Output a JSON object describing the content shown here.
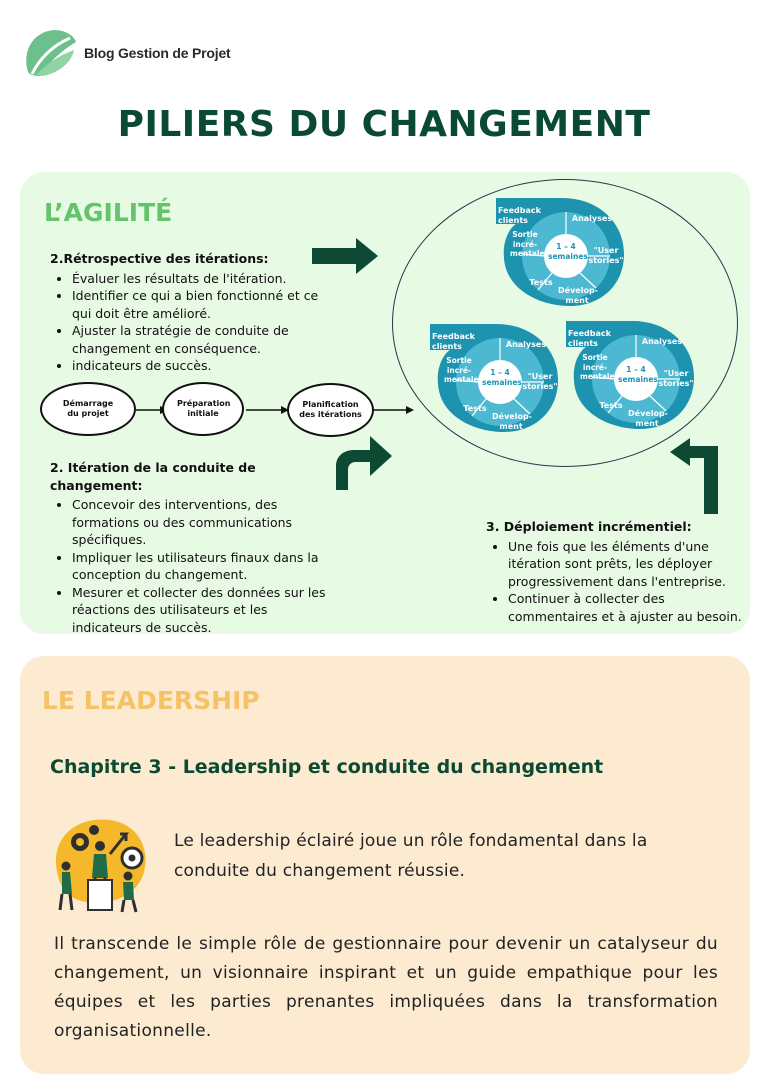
{
  "header": {
    "logo_text": "Blog Gestion de Projet",
    "title": "PILIERS DU CHANGEMENT"
  },
  "agility": {
    "title": "L’AGILITÉ",
    "retrospective": {
      "heading": "2.Rétrospective des itérations:",
      "items": [
        "Évaluer les résultats de l'itération.",
        "Identifier ce qui a bien fonctionné et ce qui doit être amélioré.",
        "Ajuster la stratégie de conduite de changement en conséquence.",
        "indicateurs de succès."
      ]
    },
    "process": [
      {
        "label": "Démarrage du projet"
      },
      {
        "label": "Préparation initiale"
      },
      {
        "label": "Planification des itérations"
      }
    ],
    "iteration": {
      "heading": "2. Itération de la conduite de changement:",
      "items": [
        "Concevoir des interventions, des formations ou des communications spécifiques.",
        "Impliquer les utilisateurs finaux dans la conception du changement.",
        "Mesurer et collecter des données sur les réactions des utilisateurs et les indicateurs de succès."
      ]
    },
    "deployment": {
      "heading": "3. Déploiement incrémentiel:",
      "items": [
        "Une fois que les éléments d'une itération sont prêts, les déployer progressivement dans l'entreprise.",
        "Continuer à collecter des commentaires et à ajuster au besoin."
      ]
    },
    "cycle": {
      "feedback": "Feedback clients",
      "analyses": "Analyses",
      "user_stories": "\"User stories\"",
      "development": "Dévelop- ment",
      "tests": "Tests",
      "release": "Sortie incré- mentale",
      "duration": "1 – 4 semaines"
    },
    "colors": {
      "panel": "#e7fae3",
      "title": "#64c46b",
      "cycle_dark": "#1d93b0",
      "cycle_light": "#4db8d2",
      "arrow": "#0e4a33"
    }
  },
  "leadership": {
    "title": "LE LEADERSHIP",
    "chapter": "Chapitre 3 - Leadership et conduite du changement",
    "intro": "Le leadership éclairé joue un rôle fondamental dans la conduite du changement réussie.",
    "body": "Il transcende le simple rôle de gestionnaire pour devenir un catalyseur du changement, un visionnaire inspirant et un guide empathique pour les équipes et les parties prenantes impliquées dans la transformation organisationnelle.",
    "colors": {
      "panel": "#fdebd1",
      "title": "#f6c268",
      "chapter": "#0b4a32"
    }
  }
}
